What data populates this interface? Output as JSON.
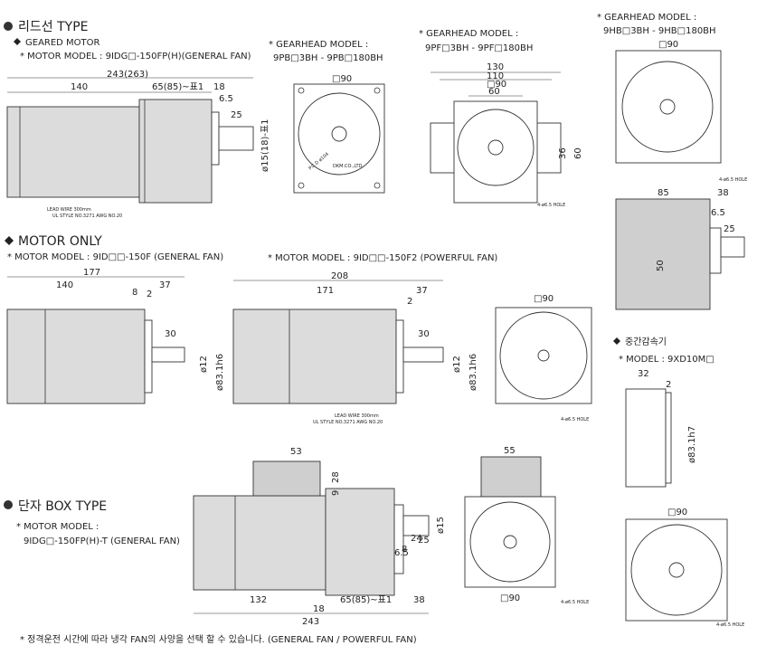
{
  "headings": {
    "lead_type": "리드선 TYPE",
    "motor_only": "MOTOR ONLY",
    "terminal_box_type": "단자 BOX TYPE",
    "intermediate_gear": "중간감속기"
  },
  "labels": {
    "geared_motor": "GEARED MOTOR",
    "model_geared": "* MOTOR MODEL : 9IDG□-150FP(H)(GENERAL FAN)",
    "gearhead_9pb": "* GEARHEAD MODEL :",
    "gearhead_9pb_range": "9PB□3BH - 9PB□180BH",
    "gearhead_9pf": "* GEARHEAD MODEL :",
    "gearhead_9pf_range": "9PF□3BH - 9PF□180BH",
    "gearhead_9hb": "* GEARHEAD MODEL :",
    "gearhead_9hb_range": "9HB□3BH - 9HB□180BH",
    "model_motor_only": "* MOTOR MODEL : 9ID□□-150F (GENERAL FAN)",
    "model_powerful": "* MOTOR MODEL : 9ID□□-150F2 (POWERFUL FAN)",
    "model_box_1": "* MOTOR MODEL :",
    "model_box_2": "9IDG□-150FP(H)-T (GENERAL FAN)",
    "model_gear": "* MODEL : 9XD10M□",
    "lead_wire_1": "LEAD WIRE 300mm",
    "lead_wire_2": "UL STYLE NO.3271 AWG NO.20",
    "hole_note": "4-ø6.5 HOLE",
    "pcd": "P.C.D ø104",
    "brand": "DKM.CO.,LTD.",
    "footnote": "* 정격운전 시간에 따라 냉각 FAN의 사양을 선택 할 수 있습니다. (GENERAL FAN / POWERFUL FAN)"
  },
  "dims": {
    "d243_263": "243(263)",
    "d140": "140",
    "d65_85": "65(85)~표1",
    "d18": "18",
    "d6_5": "6.5",
    "d25": "25",
    "d15_18": "ø15(18)-표1",
    "sq90": "□90",
    "d130": "130",
    "d110": "110",
    "d60": "60",
    "d36": "36",
    "d85": "85",
    "d38": "38",
    "d50": "50",
    "d177": "177",
    "d37": "37",
    "d8": "8",
    "d2": "2",
    "d30": "30",
    "d83h6": "ø83.1h6",
    "d12": "ø12",
    "d208": "208",
    "d171": "171",
    "d32": "32",
    "d83h7": "ø83.1h7",
    "d53": "53",
    "d28": "28",
    "d9": "9",
    "d55": "55",
    "d132": "132",
    "d243": "243",
    "d15": "ø15",
    "d24": "24",
    "d8b": "8"
  }
}
